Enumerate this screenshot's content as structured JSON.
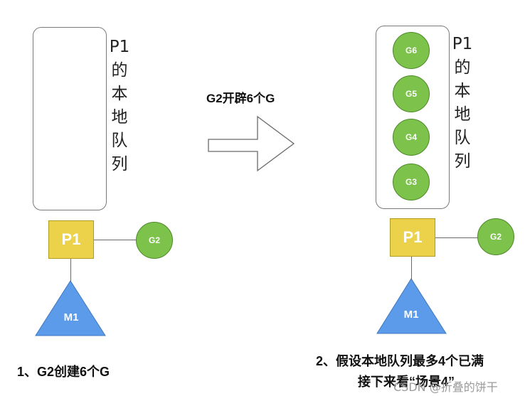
{
  "arrow_caption": "G2开辟6个G",
  "left": {
    "queue_label_chars": [
      "P1",
      "的",
      "本",
      "地",
      "队",
      "列"
    ],
    "processor": "P1",
    "goroutine": "G2",
    "machine": "M1",
    "caption": "1、G2创建6个G"
  },
  "right": {
    "queue_label_chars": [
      "P1",
      "的",
      "本",
      "地",
      "队",
      "列"
    ],
    "queue_items": [
      "G6",
      "G5",
      "G4",
      "G3"
    ],
    "processor": "P1",
    "goroutine": "G2",
    "machine": "M1",
    "caption_line1": "2、假设本地队列最多4个已满",
    "caption_line2": "接下来看“场景4”"
  },
  "watermark": "CSDN @折叠的饼干",
  "colors": {
    "processor": "#ecd24a",
    "goroutine": "#7cc24b",
    "machine": "#5b9bea"
  }
}
